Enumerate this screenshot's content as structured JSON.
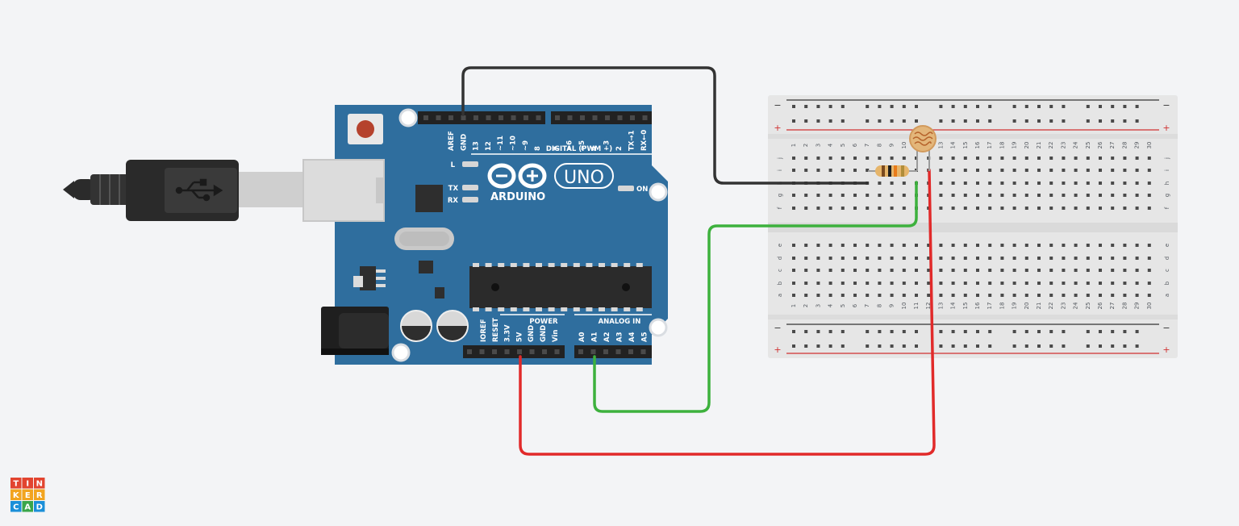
{
  "brand": {
    "logo_letters": [
      "T",
      "I",
      "N",
      "K",
      "E",
      "R",
      "C",
      "A",
      "D"
    ]
  },
  "arduino": {
    "wordmark": "ARDUINO",
    "model": "UNO",
    "digital_header": "DIGITAL (PWM ~)",
    "power_header": "POWER",
    "analog_header": "ANALOG IN",
    "led_l": "L",
    "led_tx": "TX",
    "led_rx": "RX",
    "led_on": "ON",
    "digital_pins": [
      "AREF",
      "GND",
      "13",
      "12",
      "~11",
      "~10",
      "~9",
      "8",
      "7",
      "~6",
      "~5",
      "4",
      "~3",
      "2",
      "TX→1",
      "RX←0"
    ],
    "power_pins": [
      "IOREF",
      "RESET",
      "3.3V",
      "5V",
      "GND",
      "GND",
      "Vin"
    ],
    "analog_pins": [
      "A0",
      "A1",
      "A2",
      "A3",
      "A4",
      "A5"
    ]
  },
  "breadboard": {
    "columns": [
      "1",
      "2",
      "3",
      "4",
      "5",
      "6",
      "7",
      "8",
      "9",
      "10",
      "11",
      "12",
      "13",
      "14",
      "15",
      "16",
      "17",
      "18",
      "19",
      "20",
      "21",
      "22",
      "23",
      "24",
      "25",
      "26",
      "27",
      "28",
      "29",
      "30"
    ],
    "rows_top": [
      "j",
      "i",
      "h",
      "g",
      "f"
    ],
    "rows_bottom": [
      "e",
      "d",
      "c",
      "b",
      "a"
    ],
    "rail_minus": "−",
    "rail_plus": "+"
  },
  "colors": {
    "wire_black": "#333333",
    "wire_green": "#3db13d",
    "wire_red": "#e12a2a",
    "board_blue": "#2f6e9e",
    "breadboard": "#e6e6e6"
  }
}
